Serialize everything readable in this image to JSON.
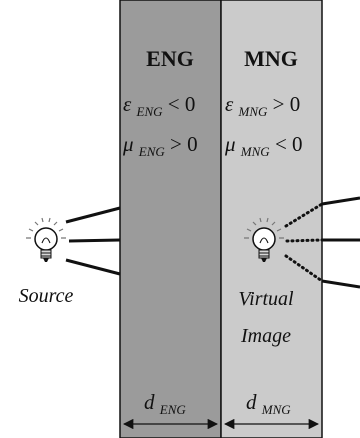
{
  "regions": {
    "eng": {
      "label": "ENG",
      "epsilon": {
        "symbol": "ε",
        "subscript": "ENG",
        "relation": " < 0"
      },
      "mu": {
        "symbol": "μ",
        "subscript": "ENG",
        "relation": " > 0"
      },
      "thickness": {
        "symbol": "d",
        "subscript": "ENG"
      }
    },
    "mng": {
      "label": "MNG",
      "epsilon": {
        "symbol": "ε",
        "subscript": "MNG",
        "relation": " > 0"
      },
      "mu": {
        "symbol": "μ",
        "subscript": "MNG",
        "relation": " < 0"
      },
      "thickness": {
        "symbol": "d",
        "subscript": "MNG"
      }
    }
  },
  "source_label": "Source",
  "virtual_image_label": {
    "line1": "Virtual",
    "line2": "Image"
  },
  "colors": {
    "eng_fill": "#9b9b9b",
    "mng_fill": "#cbcbcb",
    "stroke": "#111111",
    "background": "#ffffff"
  }
}
